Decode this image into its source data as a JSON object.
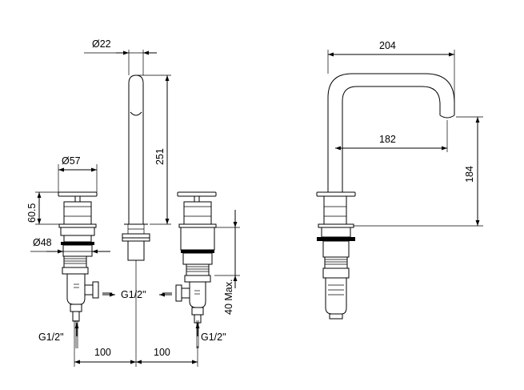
{
  "dimensions": {
    "spout_diameter": "Ø22",
    "spout_height": "251",
    "handle_diameter": "Ø57",
    "handle_height": "60.5",
    "flange_diameter": "Ø48",
    "inlet_label_center": "G1/2\"",
    "inlet_label_left": "G1/2\"",
    "inlet_label_right": "G1/2\"",
    "deck_thickness": "40 Max.",
    "spacing_left": "100",
    "spacing_right": "100",
    "overall_reach": "204",
    "reach": "182",
    "outlet_height": "184"
  }
}
